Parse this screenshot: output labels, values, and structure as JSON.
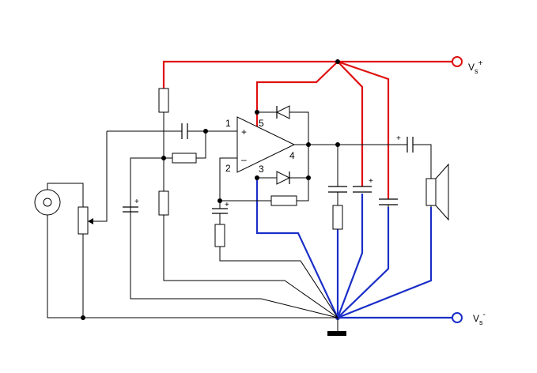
{
  "terminals": {
    "positive": {
      "main": "V",
      "sub": "s",
      "sup": "+"
    },
    "negative": {
      "main": "V",
      "sub": "s",
      "sup": "-"
    }
  },
  "pins": {
    "p1": "1",
    "p2": "2",
    "p3": "3",
    "p4": "4",
    "p5": "5"
  },
  "opamp": {
    "plus": "+",
    "minus": "–"
  },
  "polarity": {
    "c_input_bias": "+",
    "c_feedback": "+",
    "c_supply": "+",
    "c_output": "+"
  },
  "colors": {
    "positive_rail": "#e01010",
    "negative_rail": "#1a2ec8",
    "signal": "#000000"
  }
}
